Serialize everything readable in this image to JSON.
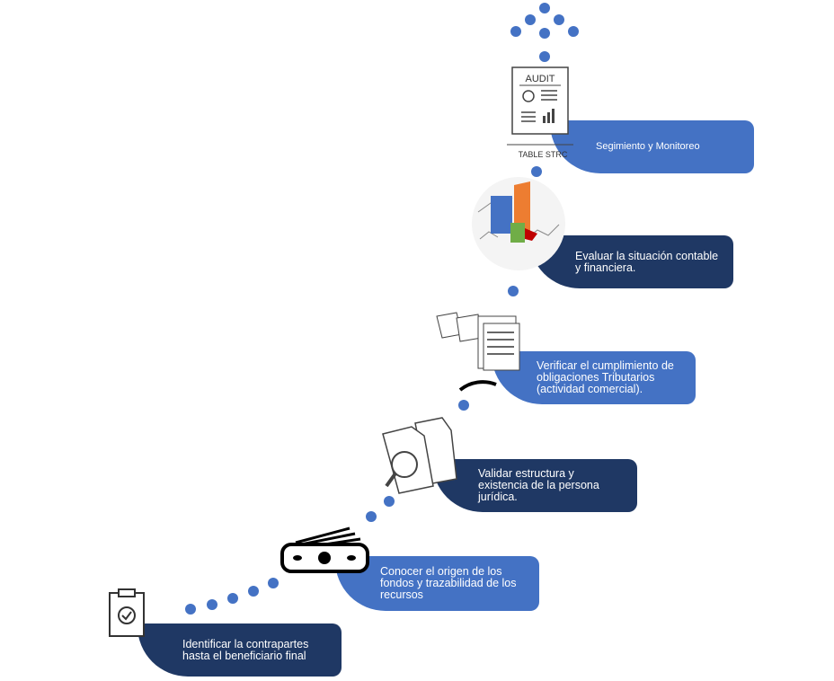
{
  "diagram": {
    "colors": {
      "dark_box": "#1f3864",
      "blue_box": "#4472c4",
      "dot": "#4472c4"
    },
    "steps": [
      {
        "label": "Identificar la contrapartes\nhasta el beneficiario final",
        "style": "dark",
        "icon": "clipboard-check-icon"
      },
      {
        "label": "Conocer el origen de los\nfondos y trazabilidad de los\nrecursos",
        "style": "blue",
        "icon": "money-bills-icon"
      },
      {
        "label": "Validar estructura y\nexistencia de la persona\njurídica.",
        "style": "dark",
        "icon": "documents-magnifier-icon"
      },
      {
        "label": "Verificar el cumplimiento de\nobligaciones Tributarios\n(actividad comercial).",
        "style": "blue",
        "icon": "tax-documents-icon"
      },
      {
        "label": "Evaluar la situación contable\ny financiera.",
        "style": "dark",
        "icon": "financial-chart-icon"
      },
      {
        "label": "Segimiento y Monitoreo",
        "style": "blue",
        "icon": "audit-report-icon"
      }
    ],
    "audit_icon_text": "AUDIT",
    "audit_icon_subtext": "TABLE STRC"
  }
}
